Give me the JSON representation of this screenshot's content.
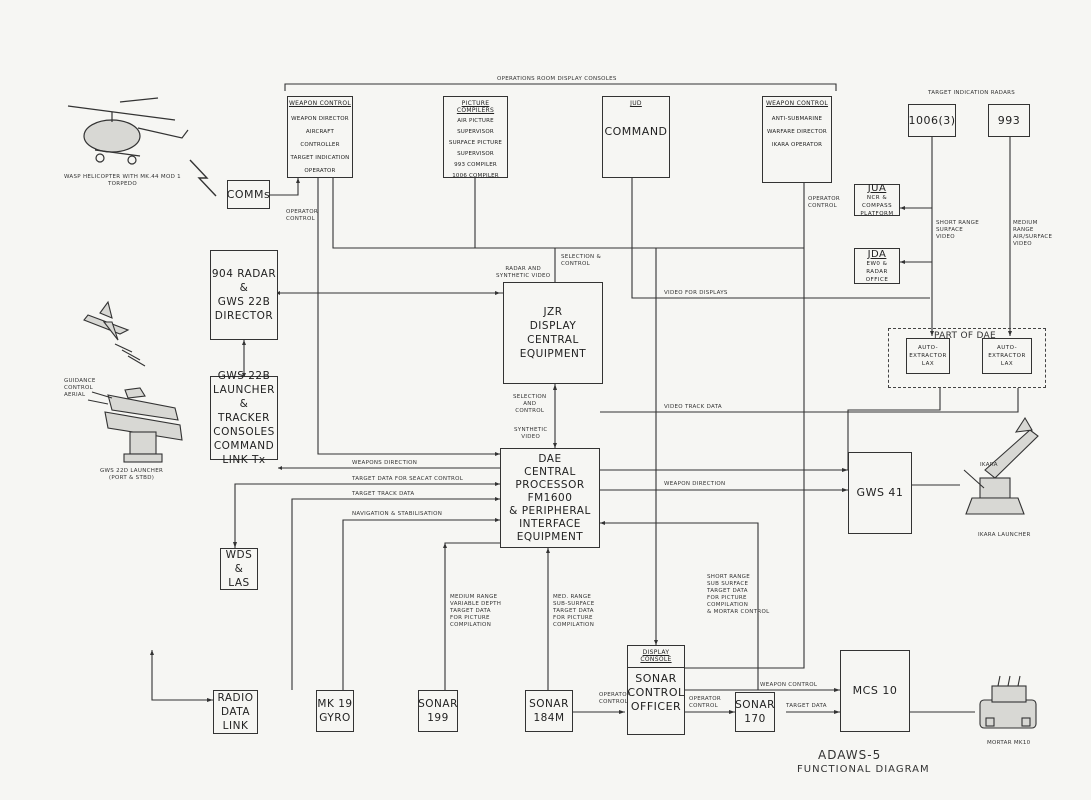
{
  "title": "ADAWS-5",
  "subtitle": "FUNCTIONAL DIAGRAM",
  "group_labels": {
    "ops_room": "OPERATIONS ROOM DISPLAY CONSOLES",
    "target_radars": "TARGET INDICATION RADARS",
    "part_of_dae": "PART OF DAE"
  },
  "consoles": {
    "weapon_control_1": {
      "header": "WEAPON CONTROL",
      "items": [
        "WEAPON DIRECTOR",
        "AIRCRAFT CONTROLLER",
        "TARGET INDICATION",
        "OPERATOR"
      ]
    },
    "picture_compilers": {
      "header": "PICTURE COMPILERS",
      "items": [
        "AIR PICTURE",
        "SUPERVISOR",
        "SURFACE PICTURE",
        "SUPERVISOR",
        "993 COMPILER",
        "1006 COMPILER"
      ]
    },
    "command": {
      "header": "JUD",
      "label": "COMMAND"
    },
    "weapon_control_2": {
      "header": "WEAPON CONTROL",
      "items": [
        "ANTI-SUBMARINE",
        "WARFARE DIRECTOR",
        "IKARA OPERATOR"
      ]
    }
  },
  "boxes": {
    "comms": "COMMs",
    "radar_904": [
      "904 RADAR &",
      "GWS 22B",
      "DIRECTOR"
    ],
    "gws22b_consoles": [
      "GWS 22B",
      "LAUNCHER &",
      "TRACKER",
      "CONSOLES",
      "COMMAND",
      "LINK Tx"
    ],
    "jzr": [
      "JZR",
      "DISPLAY",
      "CENTRAL",
      "EQUIPMENT"
    ],
    "dae": [
      "DAE",
      "CENTRAL",
      "PROCESSOR",
      "FM1600",
      "& PERIPHERAL",
      "INTERFACE",
      "EQUIPMENT"
    ],
    "gws41": "GWS 41",
    "wds": [
      "WDS",
      "&",
      "LAS"
    ],
    "radio": [
      "RADIO",
      "DATA",
      "LINK"
    ],
    "mk19": [
      "MK 19",
      "GYRO"
    ],
    "sonar199": [
      "SONAR",
      "199"
    ],
    "sonar184": [
      "SONAR",
      "184M"
    ],
    "sco_header": "DISPLAY CONSOLE",
    "sco": [
      "SONAR",
      "CONTROL",
      "OFFICER"
    ],
    "sonar170": [
      "SONAR",
      "170"
    ],
    "mcs10": "MCS 10",
    "r1006": "1006(3)",
    "r993": "993",
    "jua": {
      "title": "JUA",
      "sub": [
        "NCR &",
        "COMPASS",
        "PLATFORM"
      ]
    },
    "jda": {
      "title": "JDA",
      "sub": [
        "EW0 &",
        "RADAR",
        "OFFICE"
      ]
    },
    "auto1": [
      "AUTO-",
      "EXTRACTOR",
      "LAX"
    ],
    "auto2": [
      "AUTO-",
      "EXTRACTOR",
      "LAX"
    ]
  },
  "labels": {
    "wasp": [
      "WASP HELICOPTER WITH MK.44 MOD 1",
      "TORPEDO"
    ],
    "guidance": [
      "GUIDANCE",
      "CONTROL",
      "AERIAL"
    ],
    "gws22d": [
      "GWS 22D LAUNCHER",
      "(PORT & STBD)"
    ],
    "ikara": "IKARA LAUNCHER",
    "ikara_missile": "IKARA",
    "mortar": "MORTAR MK10",
    "op_ctrl_1": [
      "OPERATOR",
      "CONTROL"
    ],
    "op_ctrl_2": [
      "OPERATOR",
      "CONTROL"
    ],
    "op_ctrl_3": [
      "OPERATOR",
      "CONTROL"
    ],
    "op_ctrl_4": [
      "OPERATOR",
      "CONTROL"
    ],
    "sel_ctrl_1": [
      "SELECTION &",
      "CONTROL"
    ],
    "radar_synth": [
      "RADAR  AND",
      "SYNTHETIC  VIDEO"
    ],
    "video_displays": "VIDEO FOR DISPLAYS",
    "sel_ctrl_2": [
      "SELECTION",
      "AND",
      "CONTROL"
    ],
    "synth_video": [
      "SYNTHETIC",
      "VIDEO"
    ],
    "video_track": "VIDEO TRACK DATA",
    "short_range": [
      "SHORT RANGE",
      "SURFACE",
      "VIDEO"
    ],
    "medium_range": [
      "MEDIUM",
      "RANGE",
      "AIR/SURFACE",
      "VIDEO"
    ],
    "weapons_direction": "WEAPONS DIRECTION",
    "target_data_seacat": "TARGET DATA FOR SEACAT CONTROL",
    "target_track": "TARGET TRACK DATA",
    "nav_stab": "NAVIGATION & STABILISATION",
    "weapon_direction": "WEAPON DIRECTION",
    "med_var_depth": [
      "MEDIUM RANGE",
      "VARIABLE DEPTH",
      "TARGET DATA",
      "FOR PICTURE",
      "COMPILATION"
    ],
    "med_sub_surface": [
      "MED. RANGE",
      "SUB-SURFACE",
      "TARGET DATA",
      "FOR PICTURE",
      "COMPILATION"
    ],
    "short_sub_surface": [
      "SHORT RANGE",
      "SUB SURFACE",
      "TARGET DATA",
      "FOR PICTURE",
      "COMPILATION",
      "& MORTAR CONTROL"
    ],
    "weapon_control": "WEAPON CONTROL",
    "target_data": "TARGET DATA"
  }
}
